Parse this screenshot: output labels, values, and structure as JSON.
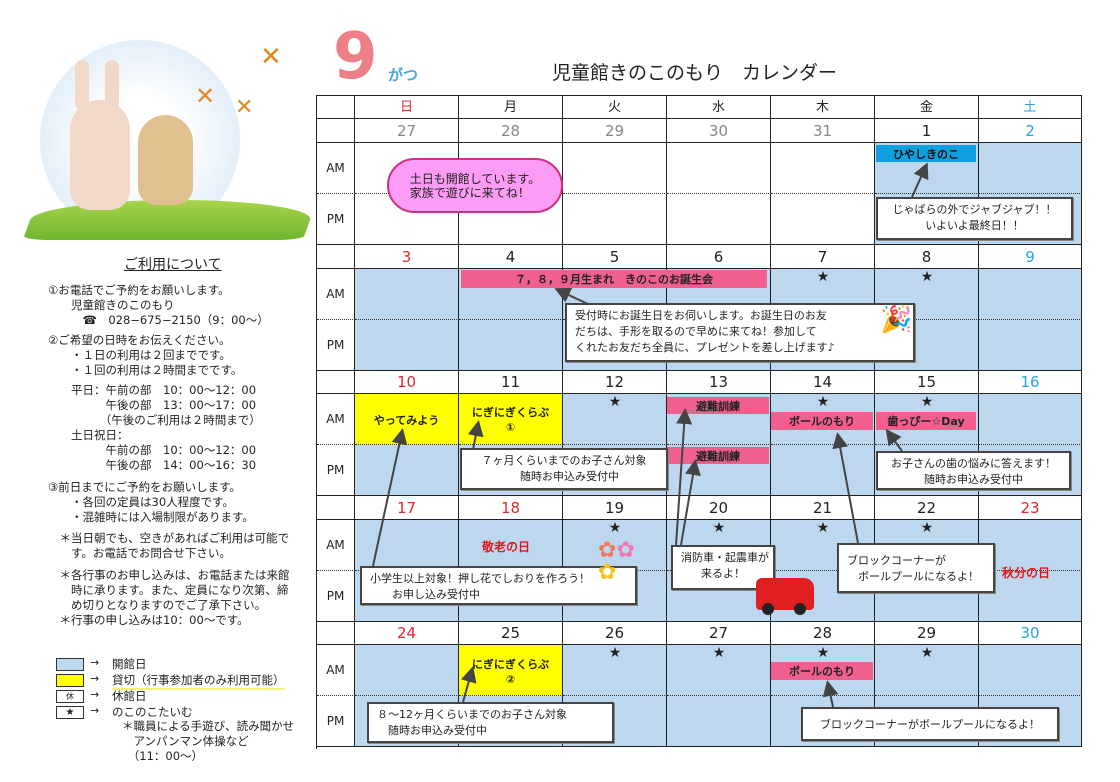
{
  "header": {
    "month_number": "9",
    "month_suffix": "がつ",
    "title": "児童館きのこのもり　カレンダー"
  },
  "weekdays": [
    "日",
    "月",
    "火",
    "水",
    "木",
    "金",
    "土"
  ],
  "row_labels": {
    "am": "AM",
    "pm": "PM"
  },
  "star_symbol": "★",
  "colors": {
    "open": "#bdd7ee",
    "reserved": "#ffff00",
    "closed": "#ffffff",
    "sunday": "#e02828",
    "saturday": "#27a3dc",
    "other_month": "#888888"
  },
  "weeks": [
    {
      "days": [
        {
          "num": "27",
          "type": "other",
          "am": "closed",
          "pm": "closed"
        },
        {
          "num": "28",
          "type": "other",
          "am": "closed",
          "pm": "closed"
        },
        {
          "num": "29",
          "type": "other",
          "am": "closed",
          "pm": "closed"
        },
        {
          "num": "30",
          "type": "other",
          "am": "closed",
          "pm": "closed"
        },
        {
          "num": "31",
          "type": "other",
          "am": "closed",
          "pm": "closed"
        },
        {
          "num": "1",
          "type": "weekday",
          "am": "open",
          "pm": "open"
        },
        {
          "num": "2",
          "type": "saturday",
          "am": "open",
          "pm": "open"
        }
      ]
    },
    {
      "days": [
        {
          "num": "3",
          "type": "sunday",
          "am": "open",
          "pm": "open"
        },
        {
          "num": "4",
          "type": "weekday",
          "am": "open",
          "pm": "open"
        },
        {
          "num": "5",
          "type": "weekday",
          "am": "open",
          "pm": "open"
        },
        {
          "num": "6",
          "type": "weekday",
          "am": "open",
          "pm": "open"
        },
        {
          "num": "7",
          "type": "weekday",
          "am": "open",
          "pm": "open",
          "star": true
        },
        {
          "num": "8",
          "type": "weekday",
          "am": "open",
          "pm": "open",
          "star": true
        },
        {
          "num": "9",
          "type": "saturday",
          "am": "open",
          "pm": "open"
        }
      ]
    },
    {
      "days": [
        {
          "num": "10",
          "type": "sunday",
          "am": "reserved",
          "pm": "open"
        },
        {
          "num": "11",
          "type": "weekday",
          "am": "reserved",
          "pm": "open"
        },
        {
          "num": "12",
          "type": "weekday",
          "am": "open",
          "pm": "open",
          "star": true
        },
        {
          "num": "13",
          "type": "weekday",
          "am": "open",
          "pm": "open"
        },
        {
          "num": "14",
          "type": "weekday",
          "am": "open",
          "pm": "open",
          "star": true
        },
        {
          "num": "15",
          "type": "weekday",
          "am": "open",
          "pm": "open",
          "star": true
        },
        {
          "num": "16",
          "type": "saturday",
          "am": "open",
          "pm": "open"
        }
      ]
    },
    {
      "days": [
        {
          "num": "17",
          "type": "sunday",
          "am": "open",
          "pm": "open"
        },
        {
          "num": "18",
          "type": "sunday",
          "am": "open",
          "pm": "open"
        },
        {
          "num": "19",
          "type": "weekday",
          "am": "open",
          "pm": "open",
          "star": true
        },
        {
          "num": "20",
          "type": "weekday",
          "am": "open",
          "pm": "open",
          "star": true
        },
        {
          "num": "21",
          "type": "weekday",
          "am": "open",
          "pm": "open",
          "star": true
        },
        {
          "num": "22",
          "type": "weekday",
          "am": "open",
          "pm": "open",
          "star": true
        },
        {
          "num": "23",
          "type": "sunday",
          "am": "open",
          "pm": "open"
        }
      ]
    },
    {
      "days": [
        {
          "num": "24",
          "type": "sunday",
          "am": "open",
          "pm": "open"
        },
        {
          "num": "25",
          "type": "weekday",
          "am": "reserved",
          "pm": "open"
        },
        {
          "num": "26",
          "type": "weekday",
          "am": "open",
          "pm": "open",
          "star": true
        },
        {
          "num": "27",
          "type": "weekday",
          "am": "open",
          "pm": "open",
          "star": true
        },
        {
          "num": "28",
          "type": "weekday",
          "am": "open",
          "pm": "open",
          "star": true
        },
        {
          "num": "29",
          "type": "weekday",
          "am": "open",
          "pm": "open",
          "star": true
        },
        {
          "num": "30",
          "type": "saturday",
          "am": "open",
          "pm": "open"
        }
      ]
    }
  ],
  "events": {
    "hiyashi": "ひやしきのこ",
    "birthday": "７，８，９月生まれ　きのこのお誕生会",
    "yattemiyou": "やってみよう",
    "niginigi1": "にぎにぎくらぶ\n①",
    "hinan_am": "避難訓練",
    "hinan_pm": "避難訓練",
    "ball14": "ボールのもり",
    "happy_day": "歯っぴー☆Day",
    "keiro": "敬老の日",
    "shubun": "秋分の日",
    "niginigi2": "にぎにぎくらぶ\n②",
    "ball28": "ボールのもり"
  },
  "callouts": {
    "cloud": "土日も開館しています。\n家族で遊びに来てね！",
    "jabara": "じゃばらの外でジャブジャブ！！\nいよいよ最終日！！",
    "birthday": "受付時にお誕生日をお伺いします。お誕生日のお友\nだちは、手形を取るので早めに来てね！参加して\nくれたお友だち全員に、プレゼントを差し上げます♪",
    "baby7": "７ヶ月くらいまでのお子さん対象\n　随時お申込み受付中",
    "teeth": "お子さんの歯の悩みに答えます！\n随時お申込み受付中",
    "flowers": "小学生以上対象！押し花でしおりを作ろう！\n　　お申し込み受付中",
    "firetruck": "消防車・起震車が\n来るよ！",
    "block21": "ブロックコーナーが\n　ボールプールになるよ！",
    "baby12": "８～12ヶ月くらいまでのお子さん対象\n　随時お申込み受付中",
    "block28": "ブロックコーナーがボールプールになるよ！"
  },
  "info": {
    "heading": "ご利用について",
    "p1": "①お電話でご予約をお願いします。\n　　児童館きのこのもり\n　　　☎　028−675−2150（9：00～）",
    "p2": "②ご希望の日時をお伝えください。\n　　・１日の利用は２回までです。\n　　・１回の利用は２時間までです。",
    "p3": "　　平日：午前の部　10：00～12：00\n　　　　　午後の部　13：00～17：00\n　　　　　（午後のご利用は２時間まで）\n　　土日祝日：\n　　　　　午前の部　10：00～12：00\n　　　　　午後の部　14：00～16：30",
    "p4": "③前日までにご予約をお願いします。\n　　・各回の定員は30人程度です。\n　　・混雑時には入場制限があります。",
    "p5": "　＊当日朝でも、空きがあればご利用は可能で\n　　す。お電話でお問合せ下さい。",
    "p6": "　＊各行事のお申し込みは、お電話または来館\n　　時に承ります。また、定員になり次第、締\n　　め切りとなりますのでご了承下さい。\n　＊行事の申し込みは10：00～です。"
  },
  "legend": {
    "arrow": "→",
    "closed_mark": "休",
    "open": "開館日",
    "reserved": "貸切（行事参加者のみ利用可能）",
    "closed": "休館日",
    "nokonoko": "のこのこたいむ",
    "nokonoko_note": "＊職員による手遊び、読み聞かせ\n　アンパンマン体操など\n　（11：00～）"
  }
}
